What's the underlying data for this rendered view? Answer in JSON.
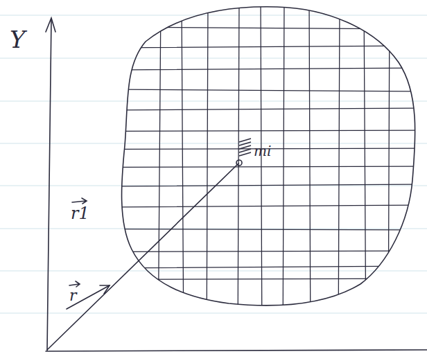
{
  "diagram": {
    "labels": [
      "Y",
      "r1",
      "r",
      "mi"
    ]
  }
}
